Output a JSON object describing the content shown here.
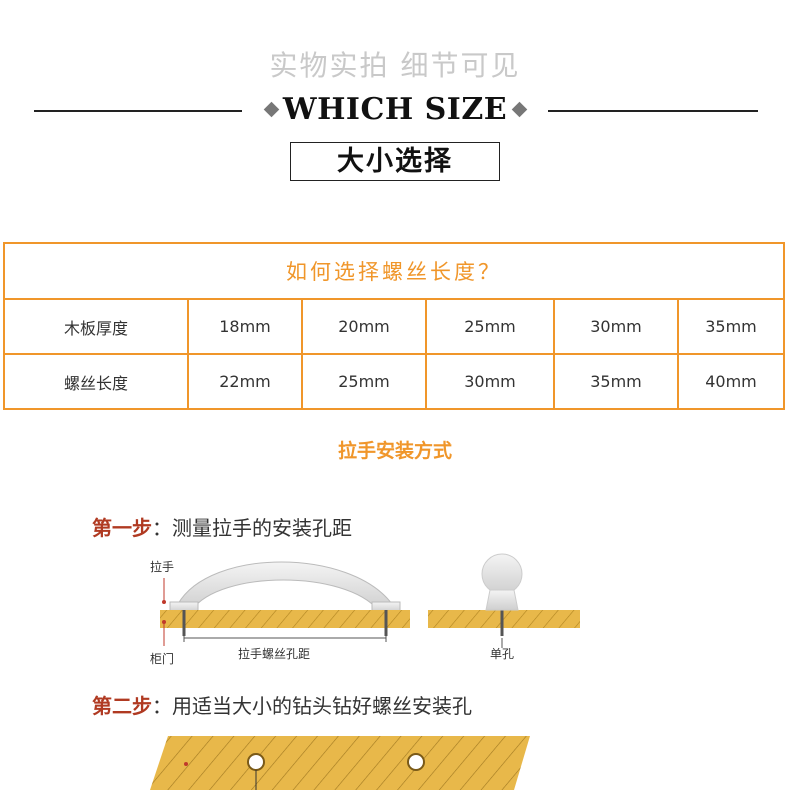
{
  "header": {
    "subtitle": "实物实拍 细节可见",
    "which_size": "WHICH SIZE",
    "size_choice": "大小选择"
  },
  "table": {
    "caption": "如何选择螺丝长度？",
    "rows": [
      {
        "label": "木板厚度",
        "cells": [
          "18mm",
          "20mm",
          "25mm",
          "30mm",
          "35mm"
        ]
      },
      {
        "label": "螺丝长度",
        "cells": [
          "22mm",
          "25mm",
          "30mm",
          "35mm",
          "40mm"
        ]
      }
    ]
  },
  "install_title": "拉手安装方式",
  "step1": {
    "key": "第一步",
    "sep": "：",
    "text": "测量拉手的安装孔距",
    "labels": {
      "handle": "拉手",
      "door": "柜门",
      "distance": "拉手螺丝孔距",
      "single": "单孔"
    }
  },
  "step2": {
    "key": "第二步",
    "sep": "：",
    "text": "用适当大小的钻头钻好螺丝安装孔"
  },
  "colors": {
    "accent": "#f0962a",
    "wood": "#e8b84a",
    "step_key": "#b03a22"
  }
}
